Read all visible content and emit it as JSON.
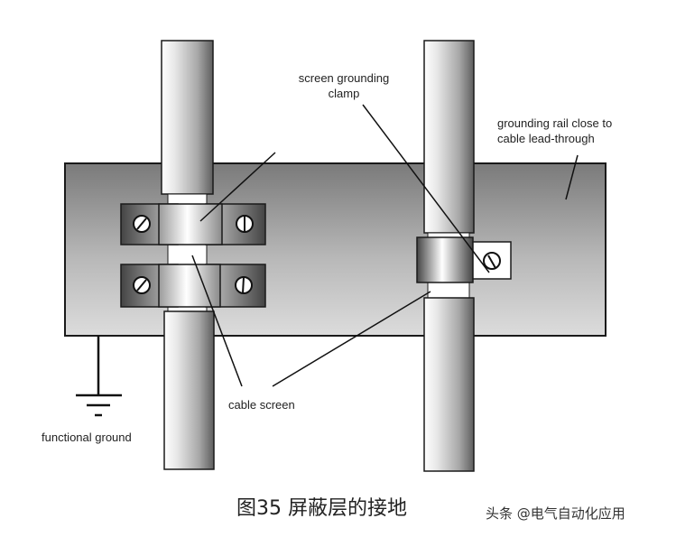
{
  "diagram": {
    "labels": {
      "screen_clamp_line1": "screen grounding",
      "screen_clamp_line2": "clamp",
      "rail_line1": "grounding rail close to",
      "rail_line2": "cable lead-through",
      "cable_screen": "cable screen",
      "functional_ground": "functional ground"
    },
    "caption": "图35  屏蔽层的接地",
    "watermark": "头条 @电气自动化应用"
  },
  "colors": {
    "outline": "#1a1a1a",
    "rail_top": "#7d7d7d",
    "rail_bottom": "#d9d9d9",
    "screen_white": "#ffffff",
    "background": "#ffffff"
  }
}
